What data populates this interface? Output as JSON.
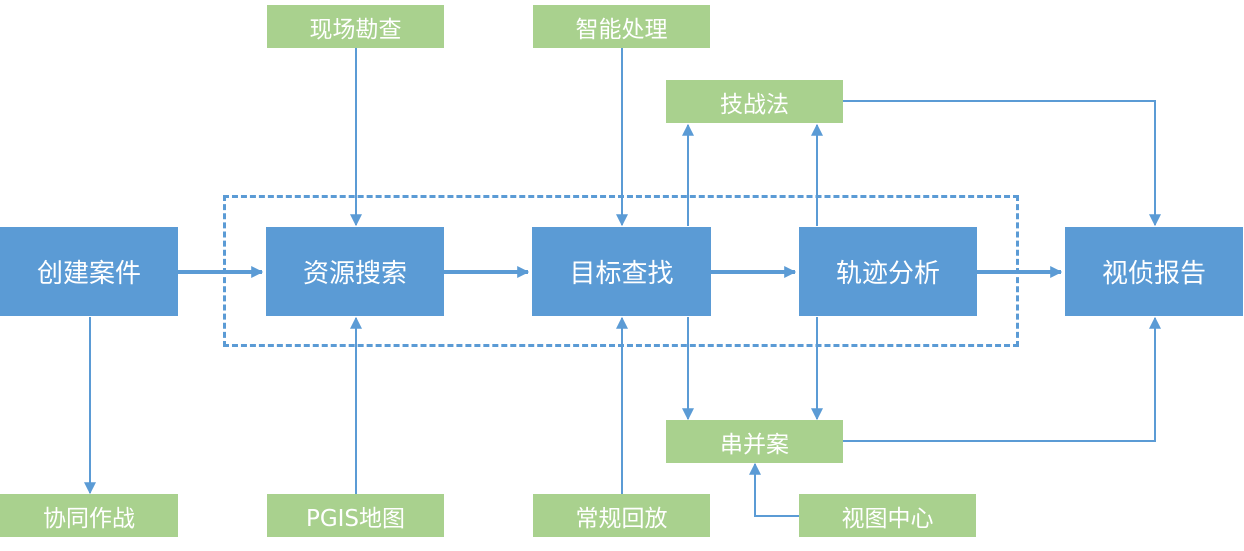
{
  "colors": {
    "process": "#5b9bd5",
    "resource": "#a9d18e",
    "text": "#ffffff",
    "connector": "#5b9bd5"
  },
  "nodes": {
    "create_case": "创建案件",
    "resource_search": "资源搜索",
    "target_find": "目标查找",
    "track_analysis": "轨迹分析",
    "video_report": "视侦报告",
    "onsite_survey": "现场勘查",
    "smart_processing": "智能处理",
    "tactics": "技战法",
    "serial_case": "串并案",
    "collab_ops": "协同作战",
    "pgis_map": "PGIS地图",
    "routine_playback": "常规回放",
    "view_center": "视图中心"
  }
}
